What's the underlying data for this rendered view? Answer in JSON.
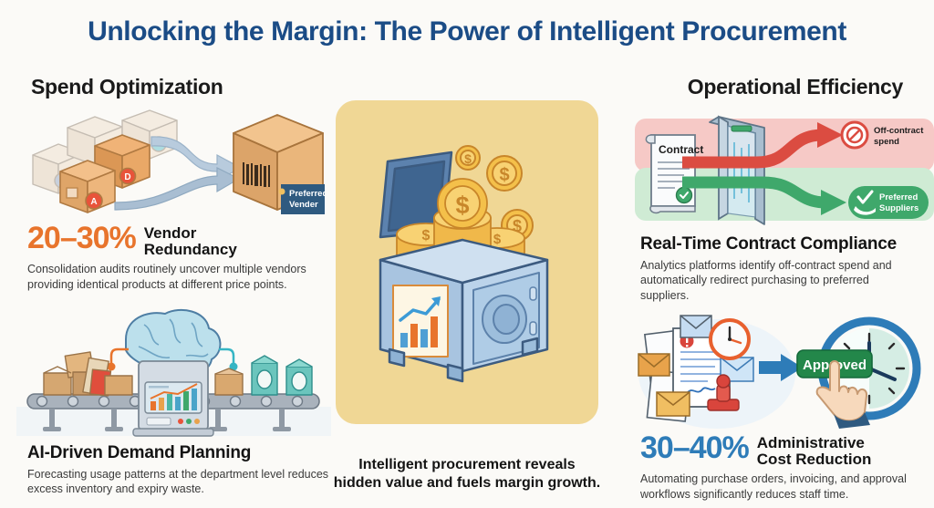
{
  "title": "Unlocking the Margin: The Power of Intelligent Procurement",
  "columns": {
    "left_heading": "Spend Optimization",
    "right_heading": "Operational Efficiency"
  },
  "colors": {
    "title_navy": "#1B4C86",
    "accent_orange": "#E8742C",
    "accent_blue": "#2E7CB8",
    "panel_cream": "#F0D795",
    "page_background": "#FBFAF7",
    "alert_red": "#D9453C",
    "success_green": "#2E9E55"
  },
  "blocks": {
    "vendor_redundancy": {
      "stat": "20–30%",
      "label": "Vendor\nRedundancy",
      "label_line1": "Vendor",
      "label_line2": "Redundancy",
      "body": "Consolidation audits routinely uncover multiple vendors providing identical products at different price points."
    },
    "demand_planning": {
      "heading": "AI-Driven Demand Planning",
      "body": "Forecasting usage patterns at the department level reduces excess inventory and expiry waste."
    },
    "contract_compliance": {
      "heading": "Real-Time Contract Compliance",
      "body": "Analytics platforms identify off-contract spend and automatically redirect purchasing to preferred suppliers."
    },
    "cost_reduction": {
      "stat": "30–40%",
      "label_line1": "Administrative",
      "label_line2": "Cost Reduction",
      "body": "Automating purchase orders, invoicing, and approval workflows significantly reduces staff time."
    }
  },
  "center": {
    "caption_line1": "Intelligent procurement reveals",
    "caption_line2": "hidden value and fuels margin growth."
  },
  "illustrations": {
    "vendor_consolidation": {
      "name": "boxes-consolidating-into-preferred-vendor",
      "tag_line1": "Preferred",
      "tag_line2": "Vender",
      "box_letters": [
        "A",
        "D",
        "A"
      ]
    },
    "demand_planning": {
      "name": "brain-above-conveyor-belt-with-boxes",
      "machine_display": "bar-and-line-chart"
    },
    "safe": {
      "name": "open-safe-overflowing-with-gold-coins",
      "coin_symbol": "$",
      "front_panel_chart": "rising-bar-chart-with-arrow"
    },
    "contract_gate": {
      "name": "contract-through-scanner-splitting-into-two-paths",
      "document_label": "Contract",
      "red_badge_line1": "Off-contract",
      "red_badge_line2": "spend",
      "green_badge_line1": "Preferred",
      "green_badge_line2": "Suppliers"
    },
    "approval_workflow": {
      "name": "paperwork-pile-arrow-approved-button-clock",
      "button_label": "Approved"
    }
  }
}
